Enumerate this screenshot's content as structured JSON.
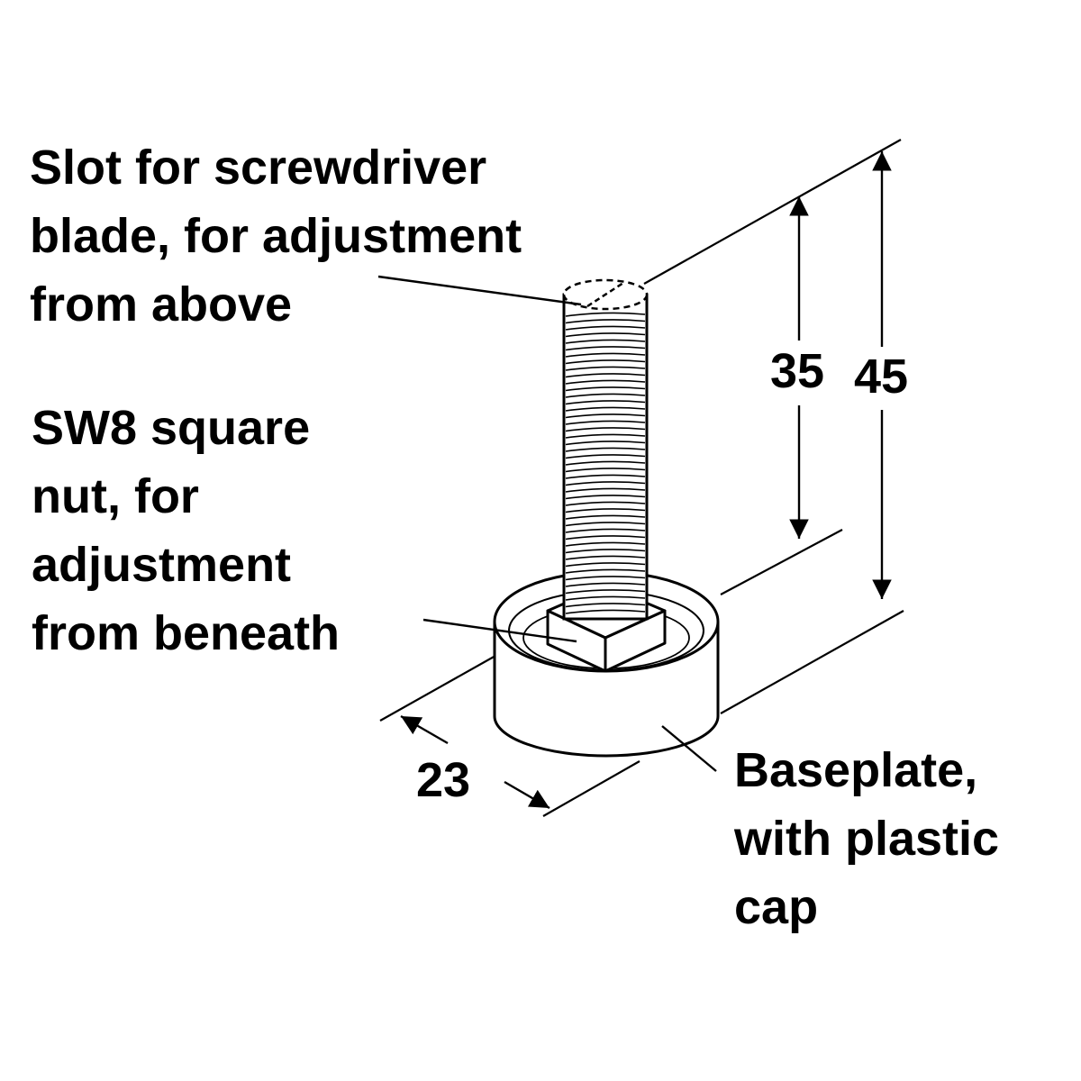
{
  "callouts": {
    "slot": [
      "Slot for screwdriver",
      "blade, for adjustment",
      "from above"
    ],
    "nut": [
      "SW8 square",
      "nut, for",
      "adjustment",
      "from beneath"
    ],
    "baseplate": [
      "Baseplate,",
      "with plastic",
      "cap"
    ]
  },
  "dimensions": {
    "thread_length": "35",
    "total_height": "45",
    "base_diameter": "23"
  },
  "colors": {
    "ink": "#000000",
    "background": "#ffffff",
    "part_fill": "#ffffff"
  }
}
